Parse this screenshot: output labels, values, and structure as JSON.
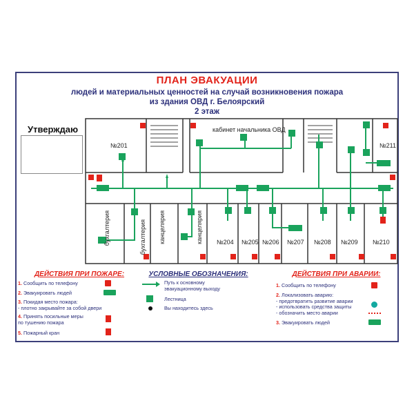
{
  "header": {
    "title": "ПЛАН ЭВАКУАЦИИ",
    "line1": "людей и материальных ценностей на случай возникновения пожара",
    "line2": "из здания ОВД г. Белоярский",
    "line3": "2 этаж"
  },
  "approve": "Утверждаю",
  "rooms": {
    "r201": "№201",
    "chief": "кабинет начальника ОВД",
    "r211": "№211",
    "buh1": "бухгалтерия",
    "buh2": "бухгалтерия",
    "kanc1": "канцелярия",
    "kanc2": "канцелярия",
    "r204": "№204",
    "r205": "№205",
    "r206": "№206",
    "r207": "№207",
    "r208": "№208",
    "r209": "№209",
    "r210": "№210"
  },
  "fire_actions": {
    "heading": "ДЕЙСТВИЯ ПРИ ПОЖАРЕ:",
    "items": [
      {
        "num": "1.",
        "text": "Сообщить по телефону"
      },
      {
        "num": "2.",
        "text": "Эвакуировать людей"
      },
      {
        "num": "3.",
        "text": "Покидая место пожара:\n- плотно закрывайте за собой двери"
      },
      {
        "num": "4.",
        "text": "Принять посильные меры\nпо тушению пожара"
      },
      {
        "num": "5.",
        "text": "Пожарный кран"
      }
    ]
  },
  "legend": {
    "heading": "УСЛОВНЫЕ ОБОЗНАЧЕНИЯ:",
    "items": [
      {
        "text": "Путь к основному\nэвакуационному выходу"
      },
      {
        "text": "Лестница"
      },
      {
        "text": "Вы находитесь здесь"
      }
    ]
  },
  "accident_actions": {
    "heading": "ДЕЙСТВИЯ ПРИ АВАРИИ:",
    "items": [
      {
        "num": "1.",
        "text": "Сообщить по телефону"
      },
      {
        "num": "2.",
        "text": "Локализовать аварию:\n- предотвратить развитие аварии\n- использовать средства защиты\n- обозначить место аварии"
      },
      {
        "num": "3.",
        "text": "Эвакуировать людей"
      }
    ]
  },
  "colors": {
    "accent_red": "#e2231a",
    "navy": "#2b2f7a",
    "route_green": "#1aa35c"
  }
}
